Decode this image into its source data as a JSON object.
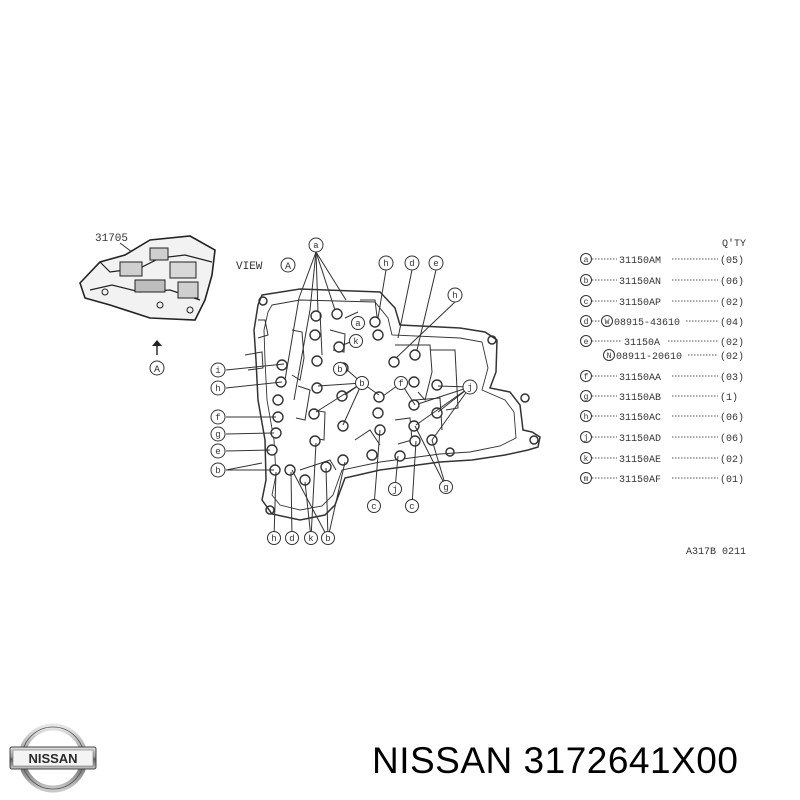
{
  "diagram": {
    "assembly_part": "31705",
    "view_label": "VIEW",
    "view_letter": "A",
    "qty_header": "Q'TY",
    "reference_code": "A317B  0211",
    "callout_letters": {
      "top": [
        "a",
        "h",
        "d",
        "e",
        "h"
      ],
      "upper_mid": [
        "a",
        "k",
        "b"
      ],
      "left": [
        "i",
        "h",
        "f",
        "g",
        "e",
        "b"
      ],
      "right": [
        "b",
        "f",
        "j"
      ],
      "bottom_mid": [
        "c",
        "j",
        "c",
        "g"
      ],
      "bottom": [
        "h",
        "d",
        "k",
        "b"
      ]
    },
    "parts_list": [
      {
        "letter": "a",
        "part": "31150AM",
        "qty": "(05)"
      },
      {
        "letter": "b",
        "part": "31150AN",
        "qty": "(06)"
      },
      {
        "letter": "c",
        "part": "31150AP",
        "qty": "(02)"
      },
      {
        "letter": "d",
        "sub": "W",
        "part": "08915-43610",
        "qty": "(04)"
      },
      {
        "letter": "e",
        "part": "31150A",
        "qty": "(02)"
      },
      {
        "letter": "",
        "sub": "N",
        "part": "08911-20610",
        "qty": "(02)"
      },
      {
        "letter": "f",
        "part": "31150AA",
        "qty": "(03)"
      },
      {
        "letter": "g",
        "part": "31150AB",
        "qty": "(1)"
      },
      {
        "letter": "h",
        "part": "31150AC",
        "qty": "(06)"
      },
      {
        "letter": "j",
        "part": "31150AD",
        "qty": "(06)"
      },
      {
        "letter": "k",
        "part": "31150AE",
        "qty": "(02)"
      },
      {
        "letter": "m",
        "part": "31150AF",
        "qty": "(01)"
      }
    ]
  },
  "brand": {
    "logo_text": "NISSAN",
    "part_number_title": "NISSAN 3172641X00"
  }
}
